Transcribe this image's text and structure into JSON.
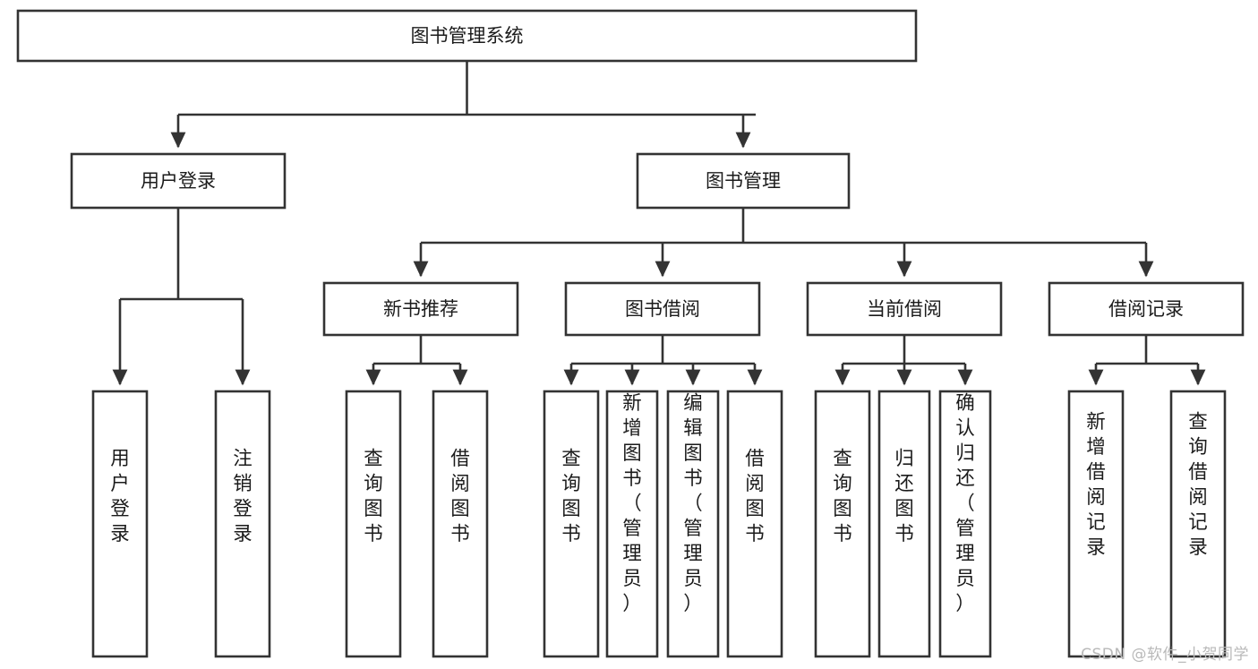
{
  "diagram": {
    "type": "tree-flowchart",
    "orientation": "top-down",
    "root": {
      "id": "root",
      "label": "图书管理系统"
    },
    "level2": [
      {
        "id": "user-login",
        "label": "用户登录"
      },
      {
        "id": "book-manage",
        "label": "图书管理"
      }
    ],
    "level3": [
      {
        "id": "new-book-recommend",
        "label": "新书推荐",
        "parent": "book-manage"
      },
      {
        "id": "book-borrow",
        "label": "图书借阅",
        "parent": "book-manage"
      },
      {
        "id": "current-borrow",
        "label": "当前借阅",
        "parent": "book-manage"
      },
      {
        "id": "borrow-record",
        "label": "借阅记录",
        "parent": "book-manage"
      }
    ],
    "leaves": [
      {
        "id": "leaf-user-login",
        "label": "用户登录",
        "parent": "user-login"
      },
      {
        "id": "leaf-user-logout",
        "label": "注销登录",
        "parent": "user-login"
      },
      {
        "id": "leaf-query-book-1",
        "label": "查询图书",
        "parent": "new-book-recommend"
      },
      {
        "id": "leaf-borrow-book-1",
        "label": "借阅图书",
        "parent": "new-book-recommend"
      },
      {
        "id": "leaf-query-book-2",
        "label": "查询图书",
        "parent": "book-borrow"
      },
      {
        "id": "leaf-add-book",
        "label": "新增图书（管理员）",
        "parent": "book-borrow"
      },
      {
        "id": "leaf-edit-book",
        "label": "编辑图书（管理员）",
        "parent": "book-borrow"
      },
      {
        "id": "leaf-borrow-book-2",
        "label": "借阅图书",
        "parent": "book-borrow"
      },
      {
        "id": "leaf-query-book-3",
        "label": "查询图书",
        "parent": "current-borrow"
      },
      {
        "id": "leaf-return-book",
        "label": "归还图书",
        "parent": "current-borrow"
      },
      {
        "id": "leaf-confirm-return",
        "label": "确认归还（管理员）",
        "parent": "current-borrow"
      },
      {
        "id": "leaf-add-record",
        "label": "新增借阅记录",
        "parent": "borrow-record"
      },
      {
        "id": "leaf-query-record",
        "label": "查询借阅记录",
        "parent": "borrow-record"
      }
    ],
    "colors": {
      "stroke": "#333333",
      "fill": "#ffffff",
      "text": "#1b1b1b",
      "watermark": "#b9b9b9",
      "background": "#ffffff"
    }
  },
  "watermark": {
    "text": "CSDN @软件_小贺同学"
  }
}
